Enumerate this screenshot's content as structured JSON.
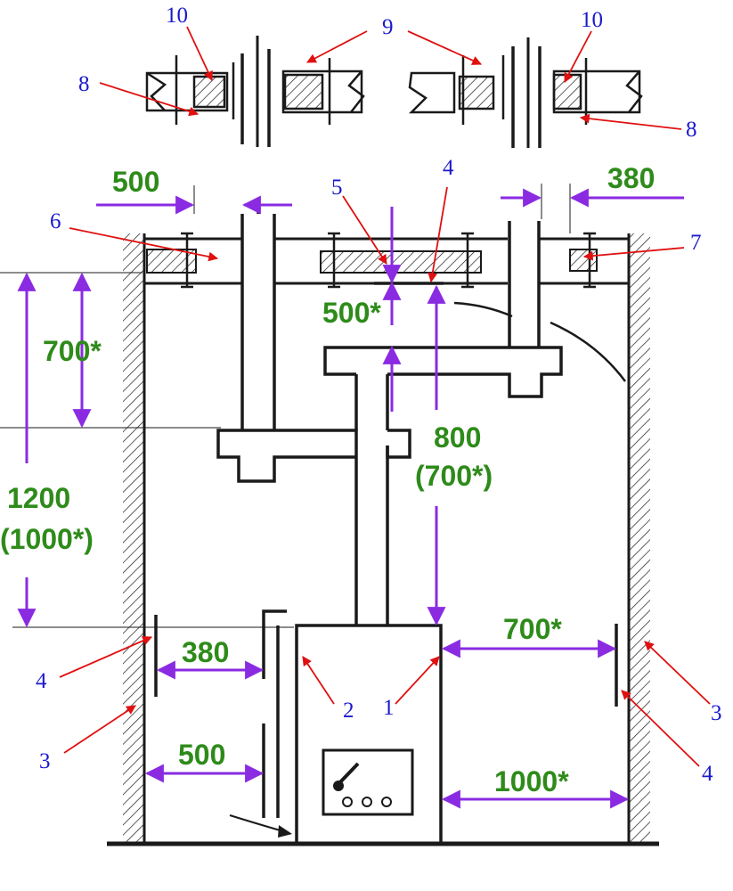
{
  "colors": {
    "ink": "#1a1a1a",
    "dimension_text": "#2e8b1a",
    "dimension_arrow": "#8a2be2",
    "callout_number": "#1a1acc",
    "leader_line": "#e01010"
  },
  "callouts": [
    "1",
    "2",
    "3",
    "3",
    "4",
    "4",
    "4",
    "5",
    "6",
    "7",
    "8",
    "8",
    "9",
    "10",
    "10"
  ],
  "dimensions": {
    "top_left_width": "500",
    "top_right_width": "380",
    "pass_through_height": "700*",
    "ceiling_gap": "500*",
    "pipe_height": "800",
    "pipe_height_alt": "(700*)",
    "stove_height_a": "1200",
    "stove_height_b": "(1000*)",
    "screen_gap_upper": "380",
    "screen_gap_lower": "500",
    "right_gap_upper": "700*",
    "right_gap_lower": "1000*"
  }
}
